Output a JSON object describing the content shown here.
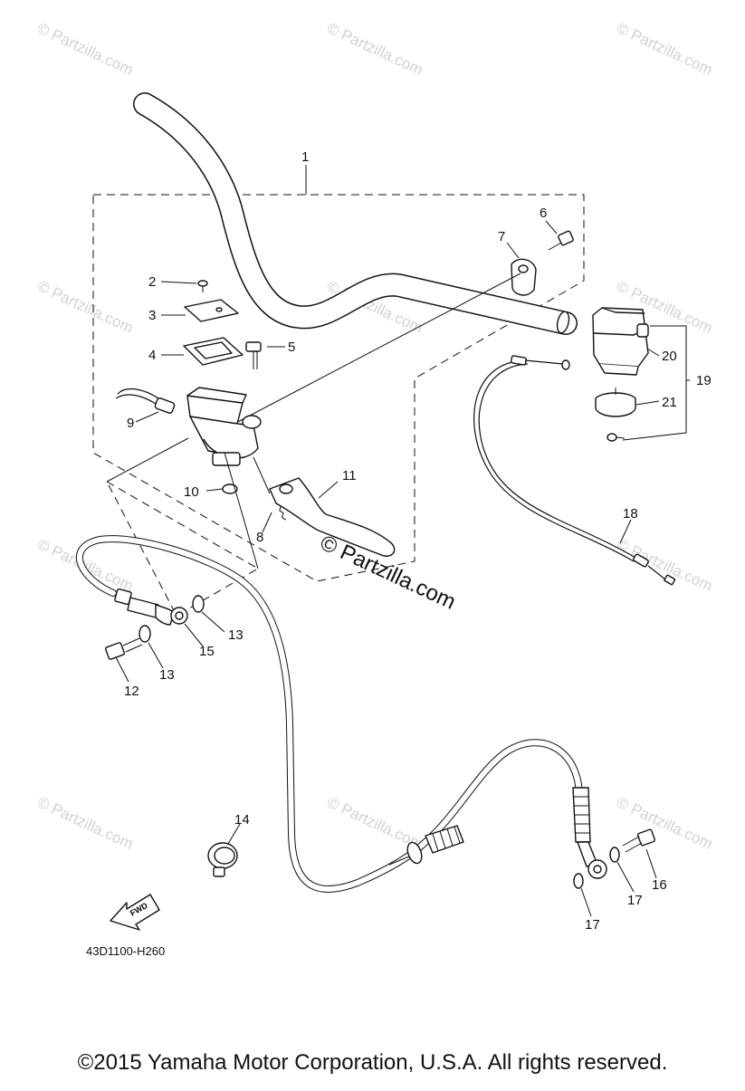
{
  "diagram": {
    "part_code": "43D1100-H260",
    "copyright": "©2015  Yamaha Motor Corporation, U.S.A. All rights reserved.",
    "fwd_label": "FWD",
    "watermark_text": "© Partzilla.com",
    "watermark_small": "© Partzilla.com",
    "callouts": [
      "1",
      "2",
      "3",
      "4",
      "5",
      "6",
      "7",
      "8",
      "9",
      "10",
      "11",
      "12",
      "13",
      "13",
      "14",
      "15",
      "16",
      "17",
      "17",
      "18",
      "19",
      "20",
      "21"
    ]
  }
}
